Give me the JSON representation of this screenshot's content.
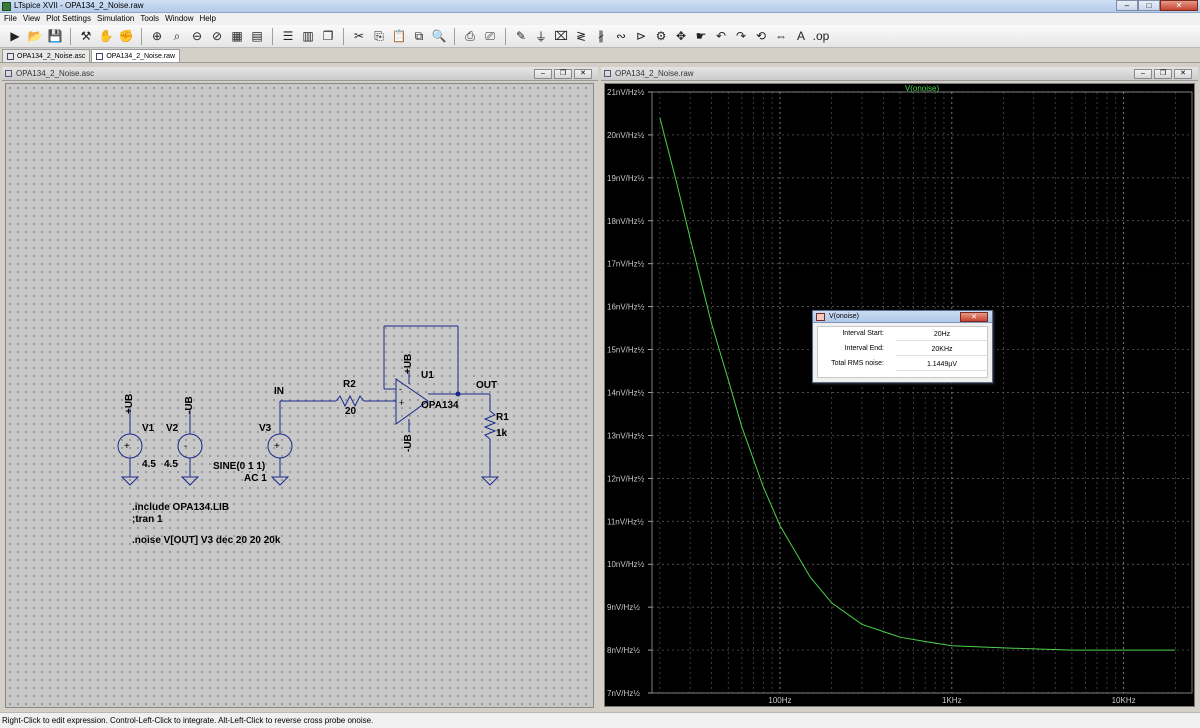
{
  "window": {
    "title": "LTspice XVII - OPA134_2_Noise.raw",
    "minimize": "–",
    "maximize": "□",
    "close": "✕"
  },
  "menu": [
    "File",
    "View",
    "Plot Settings",
    "Simulation",
    "Tools",
    "Window",
    "Help"
  ],
  "tabs": [
    {
      "label": "OPA134_2_Noise.asc"
    },
    {
      "label": "OPA134_2_Noise.raw"
    }
  ],
  "schematic": {
    "title": "OPA134_2_Noise.asc",
    "labels": {
      "ub_v1": "+UB",
      "ub_v2": "-UB",
      "v1": "V1",
      "v2": "V2",
      "v1_val": "4.5",
      "v2_val": "4.5",
      "v3": "V3",
      "v3_val1": "SINE(0 1 1)",
      "v3_val2": "AC 1",
      "in": "IN",
      "r2": "R2",
      "r2_val": "20",
      "ub_top": "+UB",
      "ub_bot": "-UB",
      "u1": "U1",
      "opa": "OPA134",
      "out": "OUT",
      "r1": "R1",
      "r1_val": "1k",
      "plus": "+",
      "minus": "-"
    },
    "directives": [
      ".include OPA134.LIB",
      ";tran 1",
      ".noise V[OUT] V3 dec 20 20 20k"
    ]
  },
  "waveform": {
    "title": "OPA134_2_Noise.raw",
    "trace_label": "V(onoise)",
    "trace_color": "#4bd14b"
  },
  "chart_data": {
    "type": "line",
    "title": "V(onoise)",
    "xscale": "log",
    "xlim": [
      18,
      25000
    ],
    "ylim": [
      7,
      21
    ],
    "yticks": [
      "21nV/Hz½",
      "20nV/Hz½",
      "19nV/Hz½",
      "18nV/Hz½",
      "17nV/Hz½",
      "16nV/Hz½",
      "15nV/Hz½",
      "14nV/Hz½",
      "13nV/Hz½",
      "12nV/Hz½",
      "11nV/Hz½",
      "10nV/Hz½",
      "9nV/Hz½",
      "8nV/Hz½",
      "7nV/Hz½"
    ],
    "xticks": [
      "100Hz",
      "1KHz",
      "10KHz"
    ],
    "series": [
      {
        "name": "V(onoise)",
        "x": [
          20,
          25,
          30,
          40,
          50,
          60,
          80,
          100,
          150,
          200,
          300,
          500,
          700,
          1000,
          2000,
          5000,
          10000,
          20000
        ],
        "y": [
          20.4,
          18.9,
          17.6,
          15.6,
          14.3,
          13.2,
          11.8,
          10.9,
          9.7,
          9.1,
          8.6,
          8.3,
          8.2,
          8.1,
          8.05,
          8.0,
          8.0,
          8.0
        ]
      }
    ]
  },
  "dialog": {
    "title": "V(onoise)",
    "close": "✕",
    "rows": [
      {
        "label": "Interval Start:",
        "value": "20Hz"
      },
      {
        "label": "Interval End:",
        "value": "20KHz"
      },
      {
        "label": "Total RMS noise:",
        "value": "1.1449µV"
      }
    ]
  },
  "status": "Right-Click to edit expression. Control-Left-Click to integrate. Alt-Left-Click to reverse cross probe onoise."
}
